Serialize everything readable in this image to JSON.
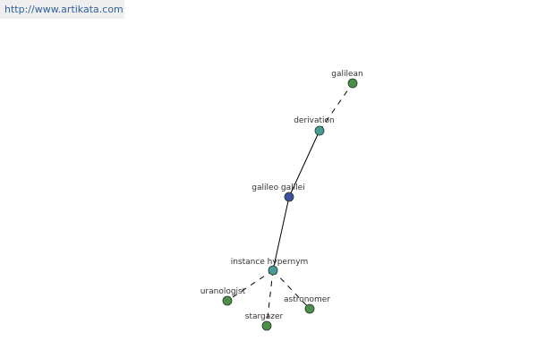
{
  "source_url": "http://www.artikata.com",
  "colors": {
    "root": "#3f4fa0",
    "relation": "#4a9a9a",
    "term": "#4c8f4c"
  },
  "graph": {
    "nodes": [
      {
        "id": "galilean",
        "label": "galilean",
        "kind": "term"
      },
      {
        "id": "derivation",
        "label": "derivation",
        "kind": "relation"
      },
      {
        "id": "galileo-galilei",
        "label": "galileo galilei",
        "kind": "root"
      },
      {
        "id": "instance-hypernym",
        "label": "instance hypernym",
        "kind": "relation"
      },
      {
        "id": "uranologist",
        "label": "uranologist",
        "kind": "term"
      },
      {
        "id": "astronomer",
        "label": "astronomer",
        "kind": "term"
      },
      {
        "id": "stargazer",
        "label": "stargazer",
        "kind": "term"
      }
    ],
    "edges": [
      {
        "from": "derivation",
        "to": "galilean",
        "style": "dashed"
      },
      {
        "from": "galileo-galilei",
        "to": "derivation",
        "style": "solid"
      },
      {
        "from": "galileo-galilei",
        "to": "instance-hypernym",
        "style": "solid"
      },
      {
        "from": "instance-hypernym",
        "to": "uranologist",
        "style": "dashed"
      },
      {
        "from": "instance-hypernym",
        "to": "astronomer",
        "style": "dashed"
      },
      {
        "from": "instance-hypernym",
        "to": "stargazer",
        "style": "dashed"
      }
    ]
  }
}
